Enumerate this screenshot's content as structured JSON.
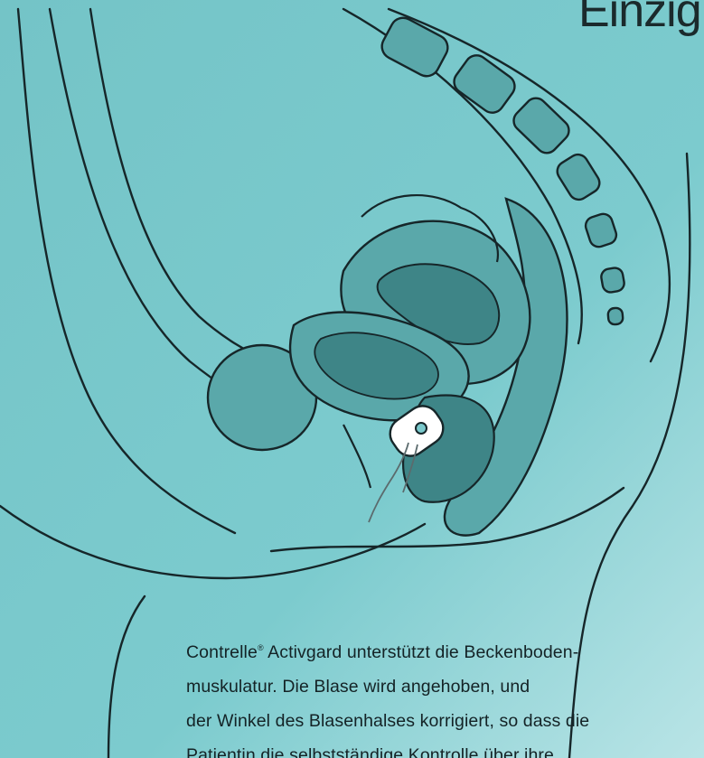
{
  "heading_fragment": "Einzig",
  "caption": {
    "line1_brand": "Contrelle",
    "line1_mark": "®",
    "line1_rest": " Activgard unterstützt die Beckenboden-",
    "line2": "muskulatur. Die Blase wird angehoben, und",
    "line3": "der Winkel des Blasenhalses korrigiert, so dass die",
    "line4": "Patientin die selbstständige Kontrolle über ihre"
  },
  "colors": {
    "background": "#7ac9cc",
    "organ_fill": "#5aa8aa",
    "organ_dark": "#3e8587",
    "outline": "#162629",
    "device": "#ffffff"
  }
}
